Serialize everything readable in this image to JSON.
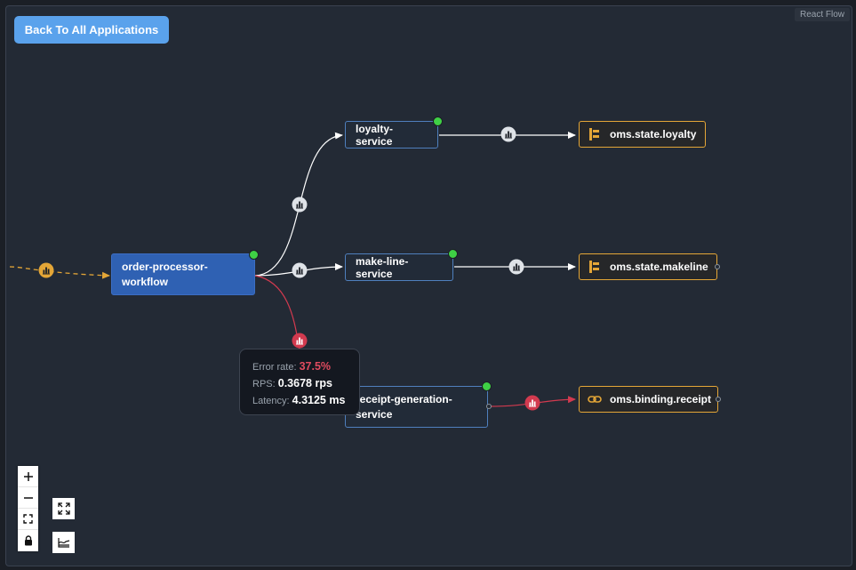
{
  "toolbar": {
    "back_label": "Back To All Applications"
  },
  "attribution": "React Flow",
  "nodes": {
    "source": {
      "label": "order-processor-workflow",
      "status": "healthy"
    },
    "loyalty": {
      "label": "loyalty-service",
      "status": "healthy"
    },
    "makeline": {
      "label": "make-line-service",
      "status": "healthy"
    },
    "receipt": {
      "label": "receipt-generation-service",
      "status": "healthy"
    },
    "state_loyalty": {
      "label": "oms.state.loyalty",
      "icon": "state-store-icon"
    },
    "state_makeline": {
      "label": "oms.state.makeline",
      "icon": "state-store-icon"
    },
    "binding_receipt": {
      "label": "oms.binding.receipt",
      "icon": "link-icon"
    }
  },
  "tooltip": {
    "error_label": "Error rate:",
    "error_value": "37.5%",
    "rps_label": "RPS:",
    "rps_value": "0.3678 rps",
    "latency_label": "Latency:",
    "latency_value": "4.3125 ms"
  },
  "colors": {
    "healthy": "#3fd045",
    "error": "#d23a4f",
    "warning": "#e4a637",
    "service_border": "#4f7fbd",
    "selected": "#2f61b3",
    "sink_border": "#e4a637"
  },
  "controls": {
    "zoom_in": "plus-icon",
    "zoom_out": "minus-icon",
    "fit_view": "fit-view-icon",
    "lock": "lock-icon",
    "expand": "expand-icon",
    "layout": "layout-icon"
  }
}
